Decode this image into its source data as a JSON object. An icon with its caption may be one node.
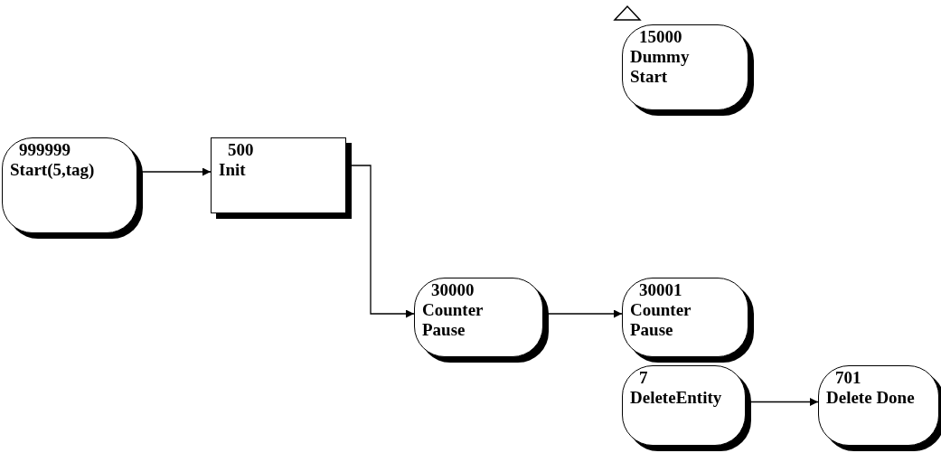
{
  "diagram": {
    "nodes": [
      {
        "text": [
          "999999",
          "Start(5,tag)"
        ]
      },
      {
        "text": [
          "500",
          "Init"
        ]
      },
      {
        "text": [
          "15000",
          "Dummy Start"
        ]
      },
      {
        "text": [
          "30000",
          "Counter Pause"
        ]
      },
      {
        "text": [
          "30001",
          "Counter Pause"
        ]
      },
      {
        "text": [
          "7",
          "DeleteEntity"
        ]
      },
      {
        "text": [
          "701",
          "Delete Done"
        ]
      }
    ],
    "edges": [
      {
        "from": 0,
        "to": 1,
        "arrow": "to"
      },
      {
        "from": 1,
        "to": 3,
        "arrow": "to"
      },
      {
        "from": 3,
        "to": 4,
        "arrow": "to"
      },
      {
        "from": 5,
        "to": 6,
        "arrow": "to"
      }
    ]
  }
}
